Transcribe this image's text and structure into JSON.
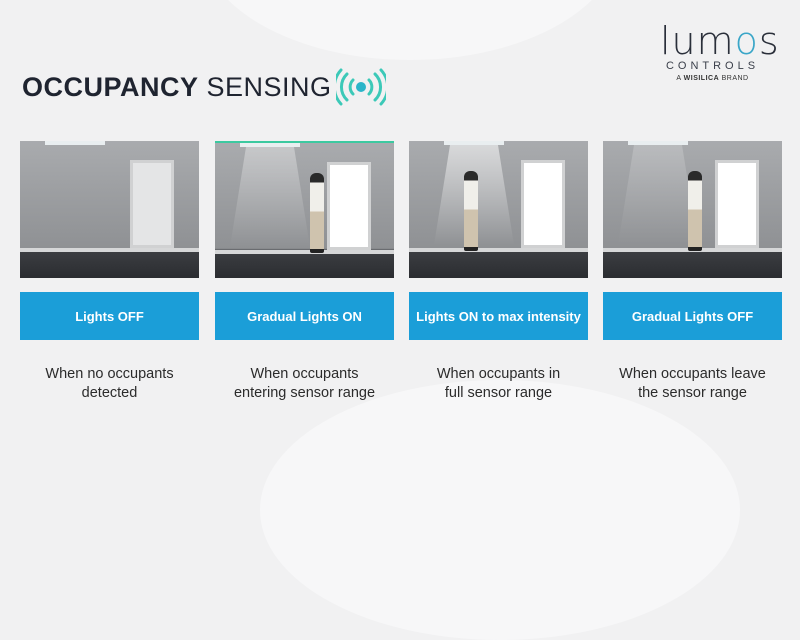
{
  "title": {
    "bold": "OCCUPANCY",
    "light": "SENSING"
  },
  "logo": {
    "name": "lumos",
    "sub": "CONTROLS",
    "brand_prefix": "A",
    "brand": "WISILICA",
    "brand_suffix": "BRAND"
  },
  "colors": {
    "accent": "#1b9ed8",
    "sensor": "#3cc9b8"
  },
  "stages": [
    {
      "label": "Lights OFF",
      "desc": "When no occupants detected"
    },
    {
      "label": "Gradual Lights ON",
      "desc": "When occupants entering sensor range"
    },
    {
      "label": "Lights ON to max intensity",
      "desc": "When occupants in full sensor range"
    },
    {
      "label": "Gradual Lights OFF",
      "desc": "When occupants leave the sensor range"
    }
  ]
}
